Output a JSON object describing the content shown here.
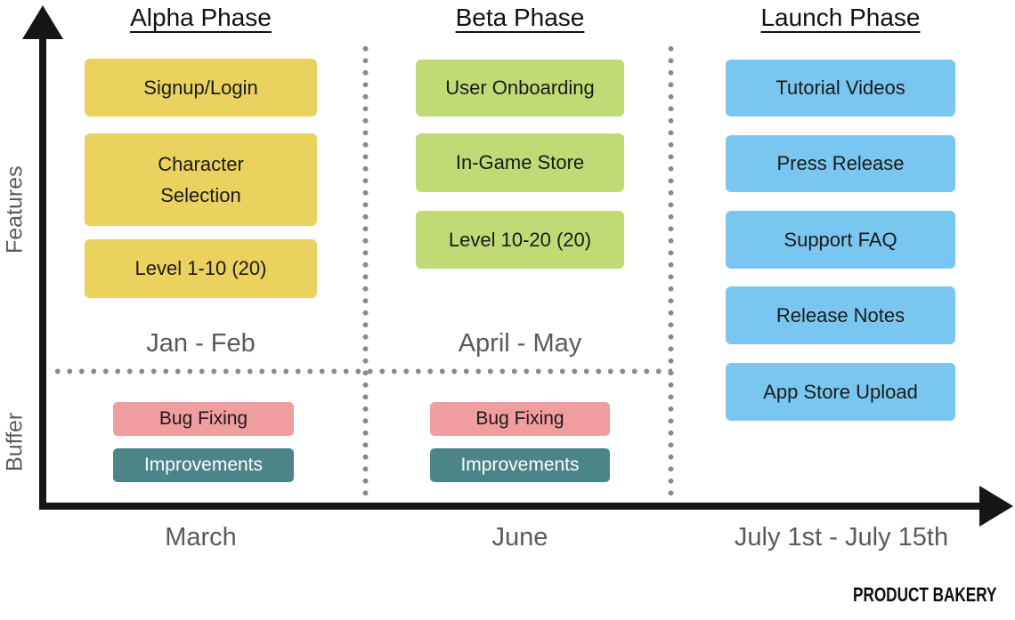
{
  "axes": {
    "features_label": "Features",
    "buffer_label": "Buffer"
  },
  "columns": [
    {
      "title": "Alpha Phase",
      "feature_period": "Jan - Feb",
      "buffer_period": "March",
      "features": [
        "Signup/Login",
        "Character Selection",
        "Level 1-10 (20)"
      ],
      "buffer": [
        "Bug Fixing",
        "Improvements"
      ],
      "card_color": "#EBD15E"
    },
    {
      "title": "Beta Phase",
      "feature_period": "April - May",
      "buffer_period": "June",
      "features": [
        "User Onboarding",
        "In-Game Store",
        "Level 10-20 (20)"
      ],
      "buffer": [
        "Bug Fixing",
        "Improvements"
      ],
      "card_color": "#C0DA75"
    },
    {
      "title": "Launch Phase",
      "buffer_period": "July 1st - July 15th",
      "features": [
        "Tutorial Videos",
        "Press Release",
        "Support FAQ",
        "Release Notes",
        "App Store Upload"
      ],
      "buffer": [],
      "card_color": "#79C7F1"
    }
  ],
  "colors": {
    "bug_fixing": "#F09DA0",
    "improvements": "#4C8588",
    "axis": "#161616",
    "dotted_divider": "#8A8A8A",
    "period_text": "#5A5A5A"
  },
  "logo": {
    "icon": "croissant-icon",
    "text": "PRODUCT BAKERY"
  }
}
